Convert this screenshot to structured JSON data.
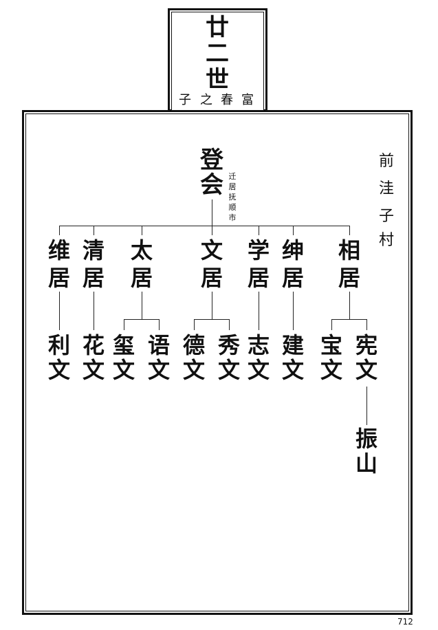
{
  "header": {
    "generation": [
      "廿",
      "二",
      "世"
    ],
    "branch": [
      "子",
      "之",
      "春",
      "富"
    ]
  },
  "village": [
    "前",
    "洼",
    "子",
    "村"
  ],
  "root": {
    "name": [
      "登",
      "会"
    ],
    "note": [
      "迁",
      "居",
      "抚",
      "顺",
      "市"
    ]
  },
  "sons": [
    {
      "name": [
        "维",
        "居"
      ],
      "children": [
        {
          "name": [
            "利",
            "文"
          ],
          "children": []
        }
      ]
    },
    {
      "name": [
        "清",
        "居"
      ],
      "children": [
        {
          "name": [
            "花",
            "文"
          ],
          "children": []
        }
      ]
    },
    {
      "name": [
        "太",
        "居"
      ],
      "children": [
        {
          "name": [
            "玺",
            "文"
          ],
          "children": []
        },
        {
          "name": [
            "语",
            "文"
          ],
          "children": []
        }
      ]
    },
    {
      "name": [
        "文",
        "居"
      ],
      "children": [
        {
          "name": [
            "德",
            "文"
          ],
          "children": []
        },
        {
          "name": [
            "秀",
            "文"
          ],
          "children": []
        }
      ]
    },
    {
      "name": [
        "学",
        "居"
      ],
      "children": [
        {
          "name": [
            "志",
            "文"
          ],
          "children": []
        }
      ]
    },
    {
      "name": [
        "绅",
        "居"
      ],
      "children": [
        {
          "name": [
            "建",
            "文"
          ],
          "children": []
        }
      ]
    },
    {
      "name": [
        "相",
        "居"
      ],
      "children": [
        {
          "name": [
            "宝",
            "文"
          ],
          "children": []
        },
        {
          "name": [
            "宪",
            "文"
          ],
          "children": [
            {
              "name": [
                "振",
                "山"
              ]
            }
          ]
        }
      ]
    }
  ],
  "page_number": "712"
}
